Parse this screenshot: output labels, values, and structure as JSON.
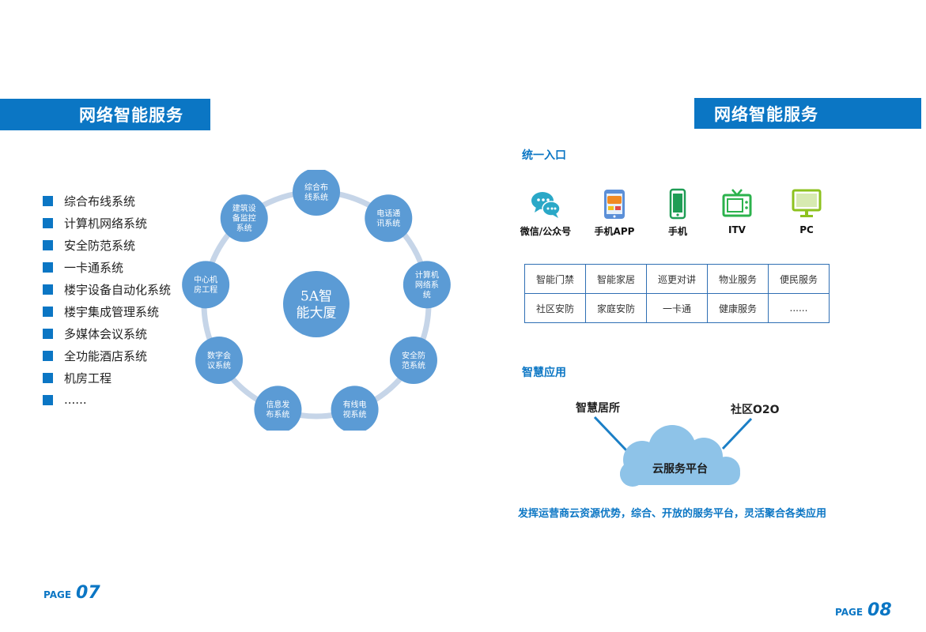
{
  "left": {
    "banner_title": "网络智能服务",
    "systems": [
      "综合布线系统",
      "计算机网络系统",
      "安全防范系统",
      "一卡通系统",
      "楼宇设备自动化系统",
      "楼宇集成管理系统",
      "多媒体会议系统",
      "全功能酒店系统",
      "机房工程",
      "......"
    ],
    "diagram": {
      "center": [
        "5A智",
        "能大厦"
      ],
      "nodes": [
        [
          "综合布",
          "线系统"
        ],
        [
          "电话通",
          "讯系统"
        ],
        [
          "计算机",
          "网络系",
          "统"
        ],
        [
          "安全防",
          "范系统"
        ],
        [
          "有线电",
          "视系统"
        ],
        [
          "信息发",
          "布系统"
        ],
        [
          "数字会",
          "议系统"
        ],
        [
          "中心机",
          "房工程"
        ],
        [
          "建筑设",
          "备监控",
          "系统"
        ]
      ],
      "node_color": "#5b9bd5",
      "ring_color": "#c6d5e8"
    },
    "page_word": "PAGE",
    "page_number": "07"
  },
  "right": {
    "banner_title": "网络智能服务",
    "entry_title": "统一入口",
    "channels": [
      {
        "label": "微信/公众号",
        "icon": "wechat-icon"
      },
      {
        "label": "手机APP",
        "icon": "app-icon"
      },
      {
        "label": "手机",
        "icon": "phone-icon"
      },
      {
        "label": "ITV",
        "icon": "tv-icon"
      },
      {
        "label": "PC",
        "icon": "monitor-icon"
      }
    ],
    "services": [
      [
        "智能门禁",
        "智能家居",
        "巡更对讲",
        "物业服务",
        "便民服务"
      ],
      [
        "社区安防",
        "家庭安防",
        "一卡通",
        "健康服务",
        "......"
      ]
    ],
    "apps_title": "智慧应用",
    "app_labels": [
      "智慧居所",
      "社区O2O"
    ],
    "cloud_label": "云服务平台",
    "footer_note": "发挥运营商云资源优势，综合、开放的服务平台，灵活聚合各类应用",
    "page_word": "PAGE",
    "page_number": "08"
  },
  "colors": {
    "accent": "#0b76c4",
    "wechat": "#2aa8c7",
    "phone": "#1f9d55",
    "tv": "#2bb24c",
    "pc": "#8dc21f",
    "cloud": "#8ec3e8"
  }
}
